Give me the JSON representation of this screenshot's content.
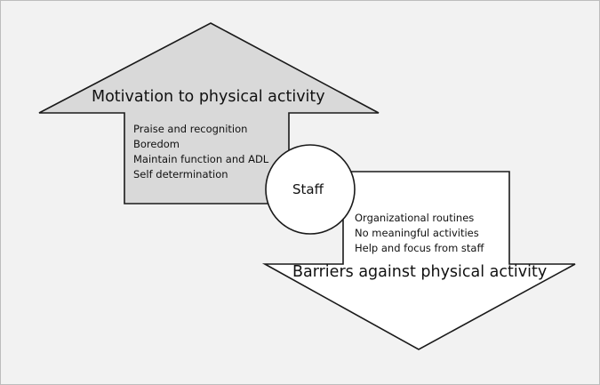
{
  "diagram": {
    "up_arrow": {
      "title": "Motivation to physical activity",
      "items": [
        "Praise and recognition",
        "Boredom",
        "Maintain function and ADL",
        "Self determination"
      ],
      "fill_color": "#d9d9d9"
    },
    "center": {
      "label": "Staff"
    },
    "down_arrow": {
      "title": "Barriers against physical activity",
      "items": [
        "Organizational routines",
        "No meaningful activities",
        "Help and focus from staff"
      ],
      "fill_color": "#ffffff"
    },
    "colors": {
      "background": "#f2f2f2",
      "stroke": "#1a1a1a"
    }
  }
}
